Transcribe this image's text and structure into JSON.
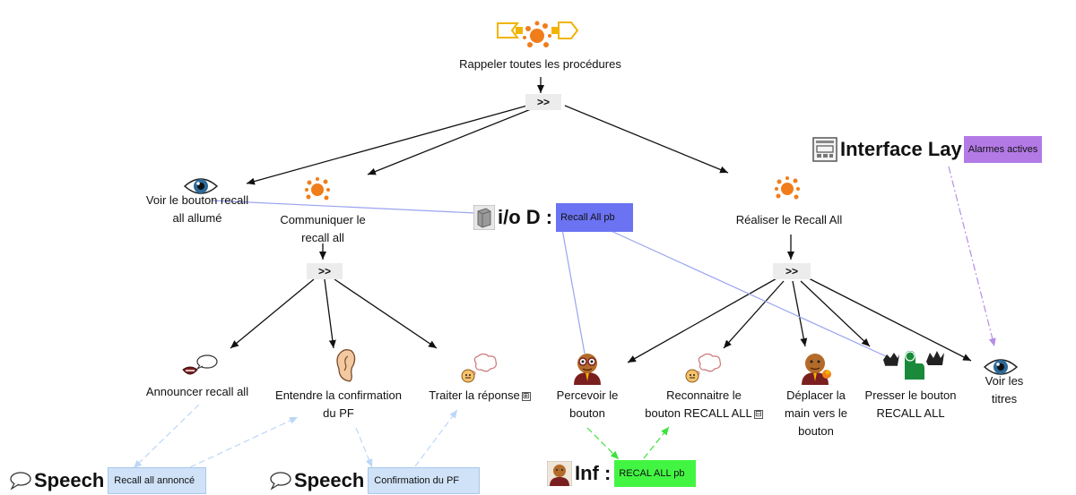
{
  "colors": {
    "edge": "#111111",
    "link_blue": "#9aa3f0",
    "link_lightblue": "#bcd7f7",
    "link_green": "#3ae33a",
    "link_purple": "#b48de6",
    "tag_blue": "#6b73f2",
    "tag_lightblue": "#cfe2f7",
    "tag_green": "#43f543",
    "tag_purple": "#b37ae6",
    "splat": "#f07d1a",
    "eye": "#2c6a9a"
  },
  "operators": {
    "root": ">>",
    "communicate": ">>",
    "realize": ">>"
  },
  "tasks": {
    "root": "Rappeler toutes les procédures",
    "voir_bouton": [
      "Voir le bouton recall",
      "all allumé"
    ],
    "communiquer": [
      "Communiquer le",
      "recall all"
    ],
    "realiser": "Réaliser le Recall All",
    "announcer": "Announcer recall all",
    "entendre": [
      "Entendre la confirmation",
      "du PF"
    ],
    "traiter": "Traiter la réponse",
    "percevoir": [
      "Percevoir le",
      "bouton"
    ],
    "reconnaitre": [
      "Reconnaitre le",
      "bouton RECALL ALL"
    ],
    "deplacer": [
      "Déplacer la",
      "main vers le",
      "bouton"
    ],
    "presser": [
      "Presser le bouton",
      "RECALL ALL"
    ],
    "voir_titres": [
      "Voir les",
      "titres"
    ]
  },
  "objects": {
    "interface": {
      "title": "Interface Lay",
      "tag": "Alarmes actives"
    },
    "iod": {
      "title": "i/o D :",
      "tag": "Recall All pb"
    },
    "inf": {
      "title": "Inf :",
      "tag": "RECAL ALL pb"
    },
    "speech1": {
      "title": "Speech",
      "tag": "Recall all annoncé"
    },
    "speech2": {
      "title": "Speech",
      "tag": "Confirmation du PF"
    }
  },
  "expand_symbol": "⊟",
  "expand_plus": "⊞"
}
